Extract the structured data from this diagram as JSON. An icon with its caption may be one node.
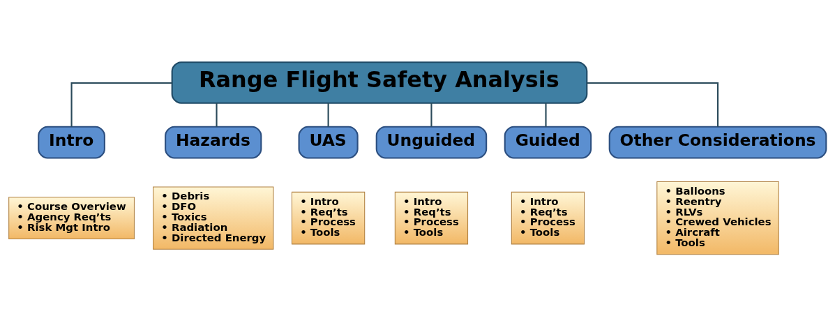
{
  "diagram": {
    "nodes": [
      {
        "text": [
          "Range Flight Safety Analysis"
        ]
      },
      {
        "text": [
          "Intro"
        ]
      },
      {
        "text": [
          "Hazards"
        ]
      },
      {
        "text": [
          "UAS"
        ]
      },
      {
        "text": [
          "Unguided"
        ]
      },
      {
        "text": [
          "Guided"
        ]
      },
      {
        "text": [
          "Other Considerations"
        ]
      },
      {
        "text": [
          "• Course Overview",
          "• Agency Req’ts",
          "• Risk Mgt Intro"
        ]
      },
      {
        "text": [
          "• Debris",
          "• DFO",
          "• Toxics",
          "• Radiation",
          "• Directed Energy"
        ]
      },
      {
        "text": [
          "• Intro",
          "• Req’ts",
          "• Process",
          "• Tools"
        ]
      },
      {
        "text": [
          "• Intro",
          "• Req’ts",
          "• Process",
          "• Tools"
        ]
      },
      {
        "text": [
          "• Intro",
          "• Req’ts",
          "• Process",
          "• Tools"
        ]
      },
      {
        "text": [
          "• Balloons",
          "• Reentry",
          "• RLVs",
          "• Crewed Vehicles",
          "• Aircraft",
          "• Tools"
        ]
      }
    ],
    "edges": [
      {
        "from": 0,
        "to": 1,
        "arrow": "none"
      },
      {
        "from": 0,
        "to": 2,
        "arrow": "none"
      },
      {
        "from": 0,
        "to": 3,
        "arrow": "none"
      },
      {
        "from": 0,
        "to": 4,
        "arrow": "none"
      },
      {
        "from": 0,
        "to": 5,
        "arrow": "none"
      },
      {
        "from": 0,
        "to": 6,
        "arrow": "none"
      }
    ]
  }
}
